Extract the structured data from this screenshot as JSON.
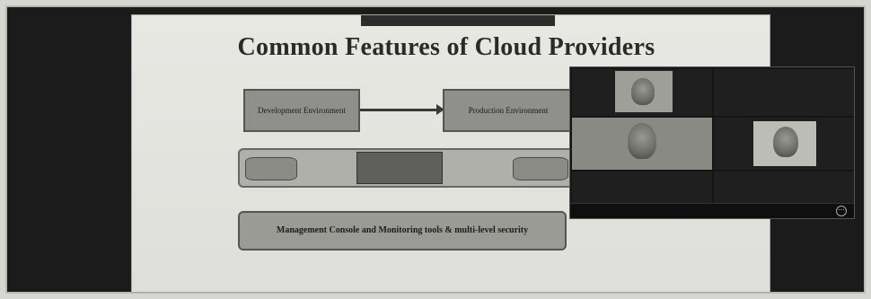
{
  "slide": {
    "title": "Common Features of Cloud Providers",
    "top_strip": "",
    "dev_env": "Development Environment",
    "prod_env": "Production Environment",
    "storage_left": "",
    "storage_middle": "",
    "storage_right": "",
    "management": "Management Console and Monitoring tools & multi-level security",
    "page_left": "",
    "page_right": ""
  },
  "video_call": {
    "participants": [
      {
        "name": "",
        "has_video": true
      },
      {
        "name": "",
        "has_video": false
      },
      {
        "name": "",
        "has_video": true
      },
      {
        "name": "",
        "has_video": true
      },
      {
        "name": "",
        "has_video": false
      },
      {
        "name": "",
        "has_video": false
      }
    ],
    "footer_left": "",
    "footer_right": "",
    "more_icon": "more-options-icon"
  }
}
